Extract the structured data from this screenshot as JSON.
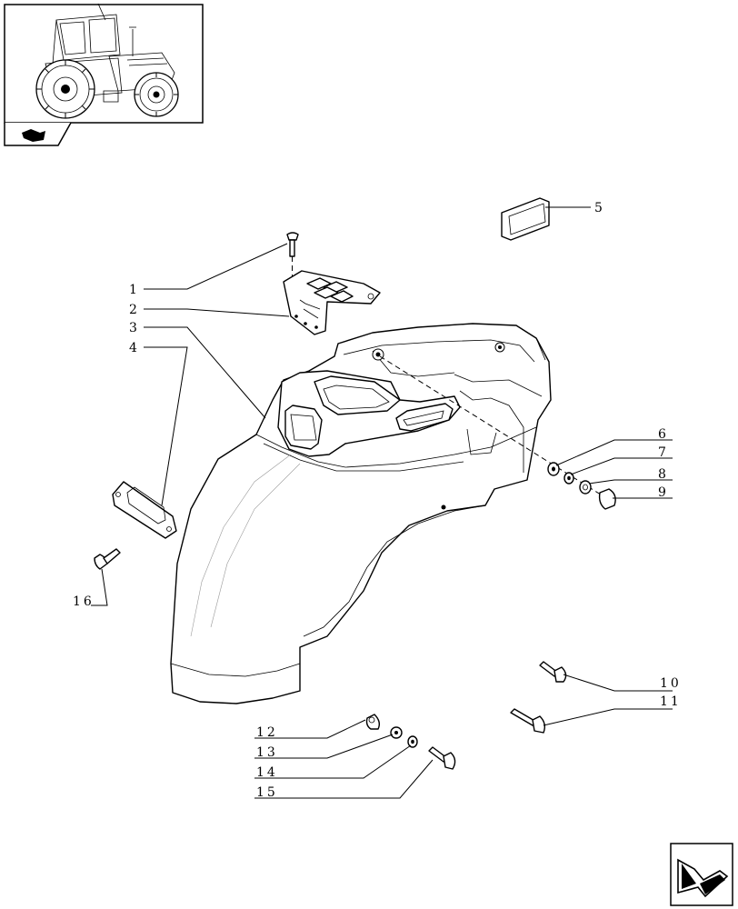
{
  "diagram": {
    "callouts": [
      {
        "id": "1",
        "label": "1"
      },
      {
        "id": "2",
        "label": "2"
      },
      {
        "id": "3",
        "label": "3"
      },
      {
        "id": "4",
        "label": "4"
      },
      {
        "id": "5",
        "label": "5"
      },
      {
        "id": "6",
        "label": "6"
      },
      {
        "id": "7",
        "label": "7"
      },
      {
        "id": "8",
        "label": "8"
      },
      {
        "id": "9",
        "label": "9"
      },
      {
        "id": "10",
        "label": "10"
      },
      {
        "id": "11",
        "label": "11"
      },
      {
        "id": "12",
        "label": "12"
      },
      {
        "id": "13",
        "label": "13"
      },
      {
        "id": "14",
        "label": "14"
      },
      {
        "id": "15",
        "label": "15"
      },
      {
        "id": "16",
        "label": "16"
      }
    ]
  },
  "icons": {
    "thumbnail": "tractor-thumbnail-icon",
    "section": "section-arrow-icon",
    "navigation": "next-page-arrow-icon"
  }
}
